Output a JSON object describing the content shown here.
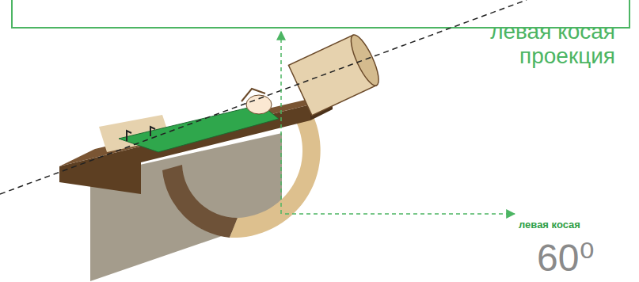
{
  "diagram": {
    "labels": [
      "левая косая проекция",
      "левая косая",
      "60⁰"
    ]
  }
}
